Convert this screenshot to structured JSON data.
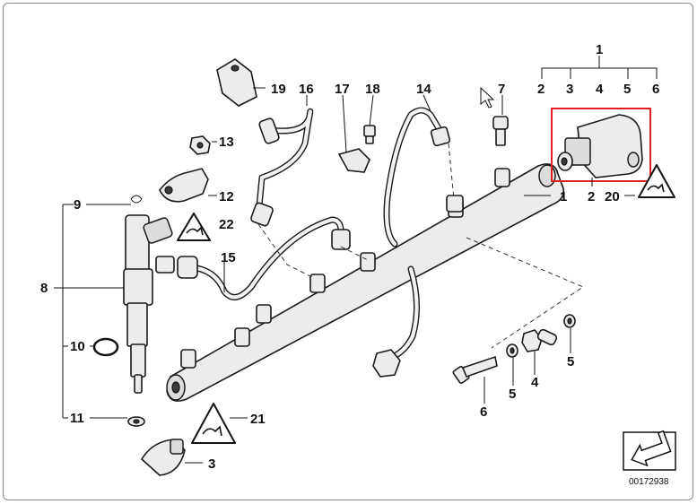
{
  "diagram": {
    "callouts": {
      "p1": "1",
      "p1_rail": "1",
      "p2": "2",
      "p2_valve": "2",
      "p3_top": "3",
      "p3": "3",
      "p4_top": "4",
      "p4": "4",
      "p5_top": "5",
      "p5a": "5",
      "p5b": "5",
      "p6_top": "6",
      "p6": "6",
      "p7": "7",
      "p8": "8",
      "p9": "9",
      "p10": "10",
      "p11": "11",
      "p12": "12",
      "p13": "13",
      "p14": "14",
      "p15": "15",
      "p16": "16",
      "p17": "17",
      "p18": "18",
      "p19": "19",
      "p20": "20",
      "p21": "21",
      "p22": "22"
    },
    "diagram_code": "00172938",
    "highlight_color": "#e02020"
  }
}
